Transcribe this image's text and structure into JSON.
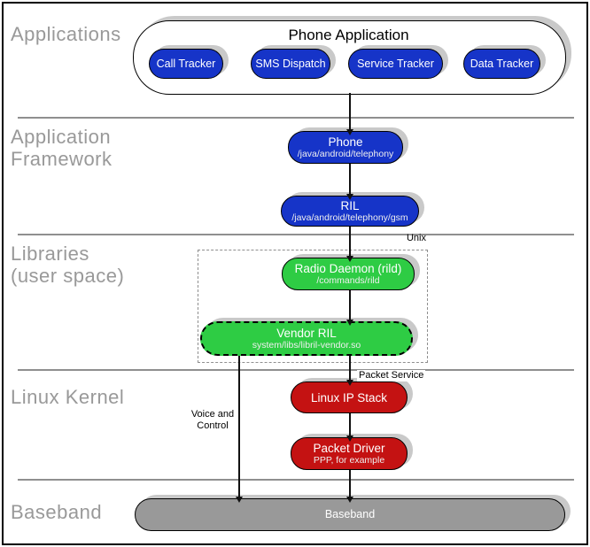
{
  "layers": {
    "applications": {
      "label": "Applications"
    },
    "application_framework": {
      "label_line1": "Application",
      "label_line2": "Framework"
    },
    "libraries": {
      "label_line1": "Libraries",
      "label_line2": "(user space)"
    },
    "linux_kernel": {
      "label": "Linux Kernel"
    },
    "baseband": {
      "label": "Baseband"
    }
  },
  "phone_application": {
    "title": "Phone Application",
    "apps": [
      "Call Tracker",
      "SMS Dispatch",
      "Service Tracker",
      "Data Tracker"
    ]
  },
  "nodes": {
    "phone": {
      "title": "Phone",
      "subtitle": "/java/android/telephony"
    },
    "ril": {
      "title": "RIL",
      "subtitle": "/java/android/telephony/gsm"
    },
    "radio_daemon": {
      "title": "Radio Daemon (rild)",
      "subtitle": "/commands/rild"
    },
    "vendor_ril": {
      "title": "Vendor RIL",
      "subtitle": "system/libs/libril-vendor.so"
    },
    "linux_ip_stack": {
      "title": "Linux IP Stack"
    },
    "packet_driver": {
      "title": "Packet Driver",
      "subtitle": "PPP, for example"
    },
    "baseband_bar": {
      "title": "Baseband"
    }
  },
  "annotations": {
    "unix": "Unix",
    "voice_control_line1": "Voice and",
    "voice_control_line2": "Control",
    "packet_service": "Packet Service"
  },
  "colors": {
    "app_blue": "#1634c8",
    "library_green": "#2ecc44",
    "kernel_red": "#c41212",
    "baseband_gray": "#999999",
    "label_gray": "#999999",
    "shadow_gray": "#c9c9c9"
  }
}
